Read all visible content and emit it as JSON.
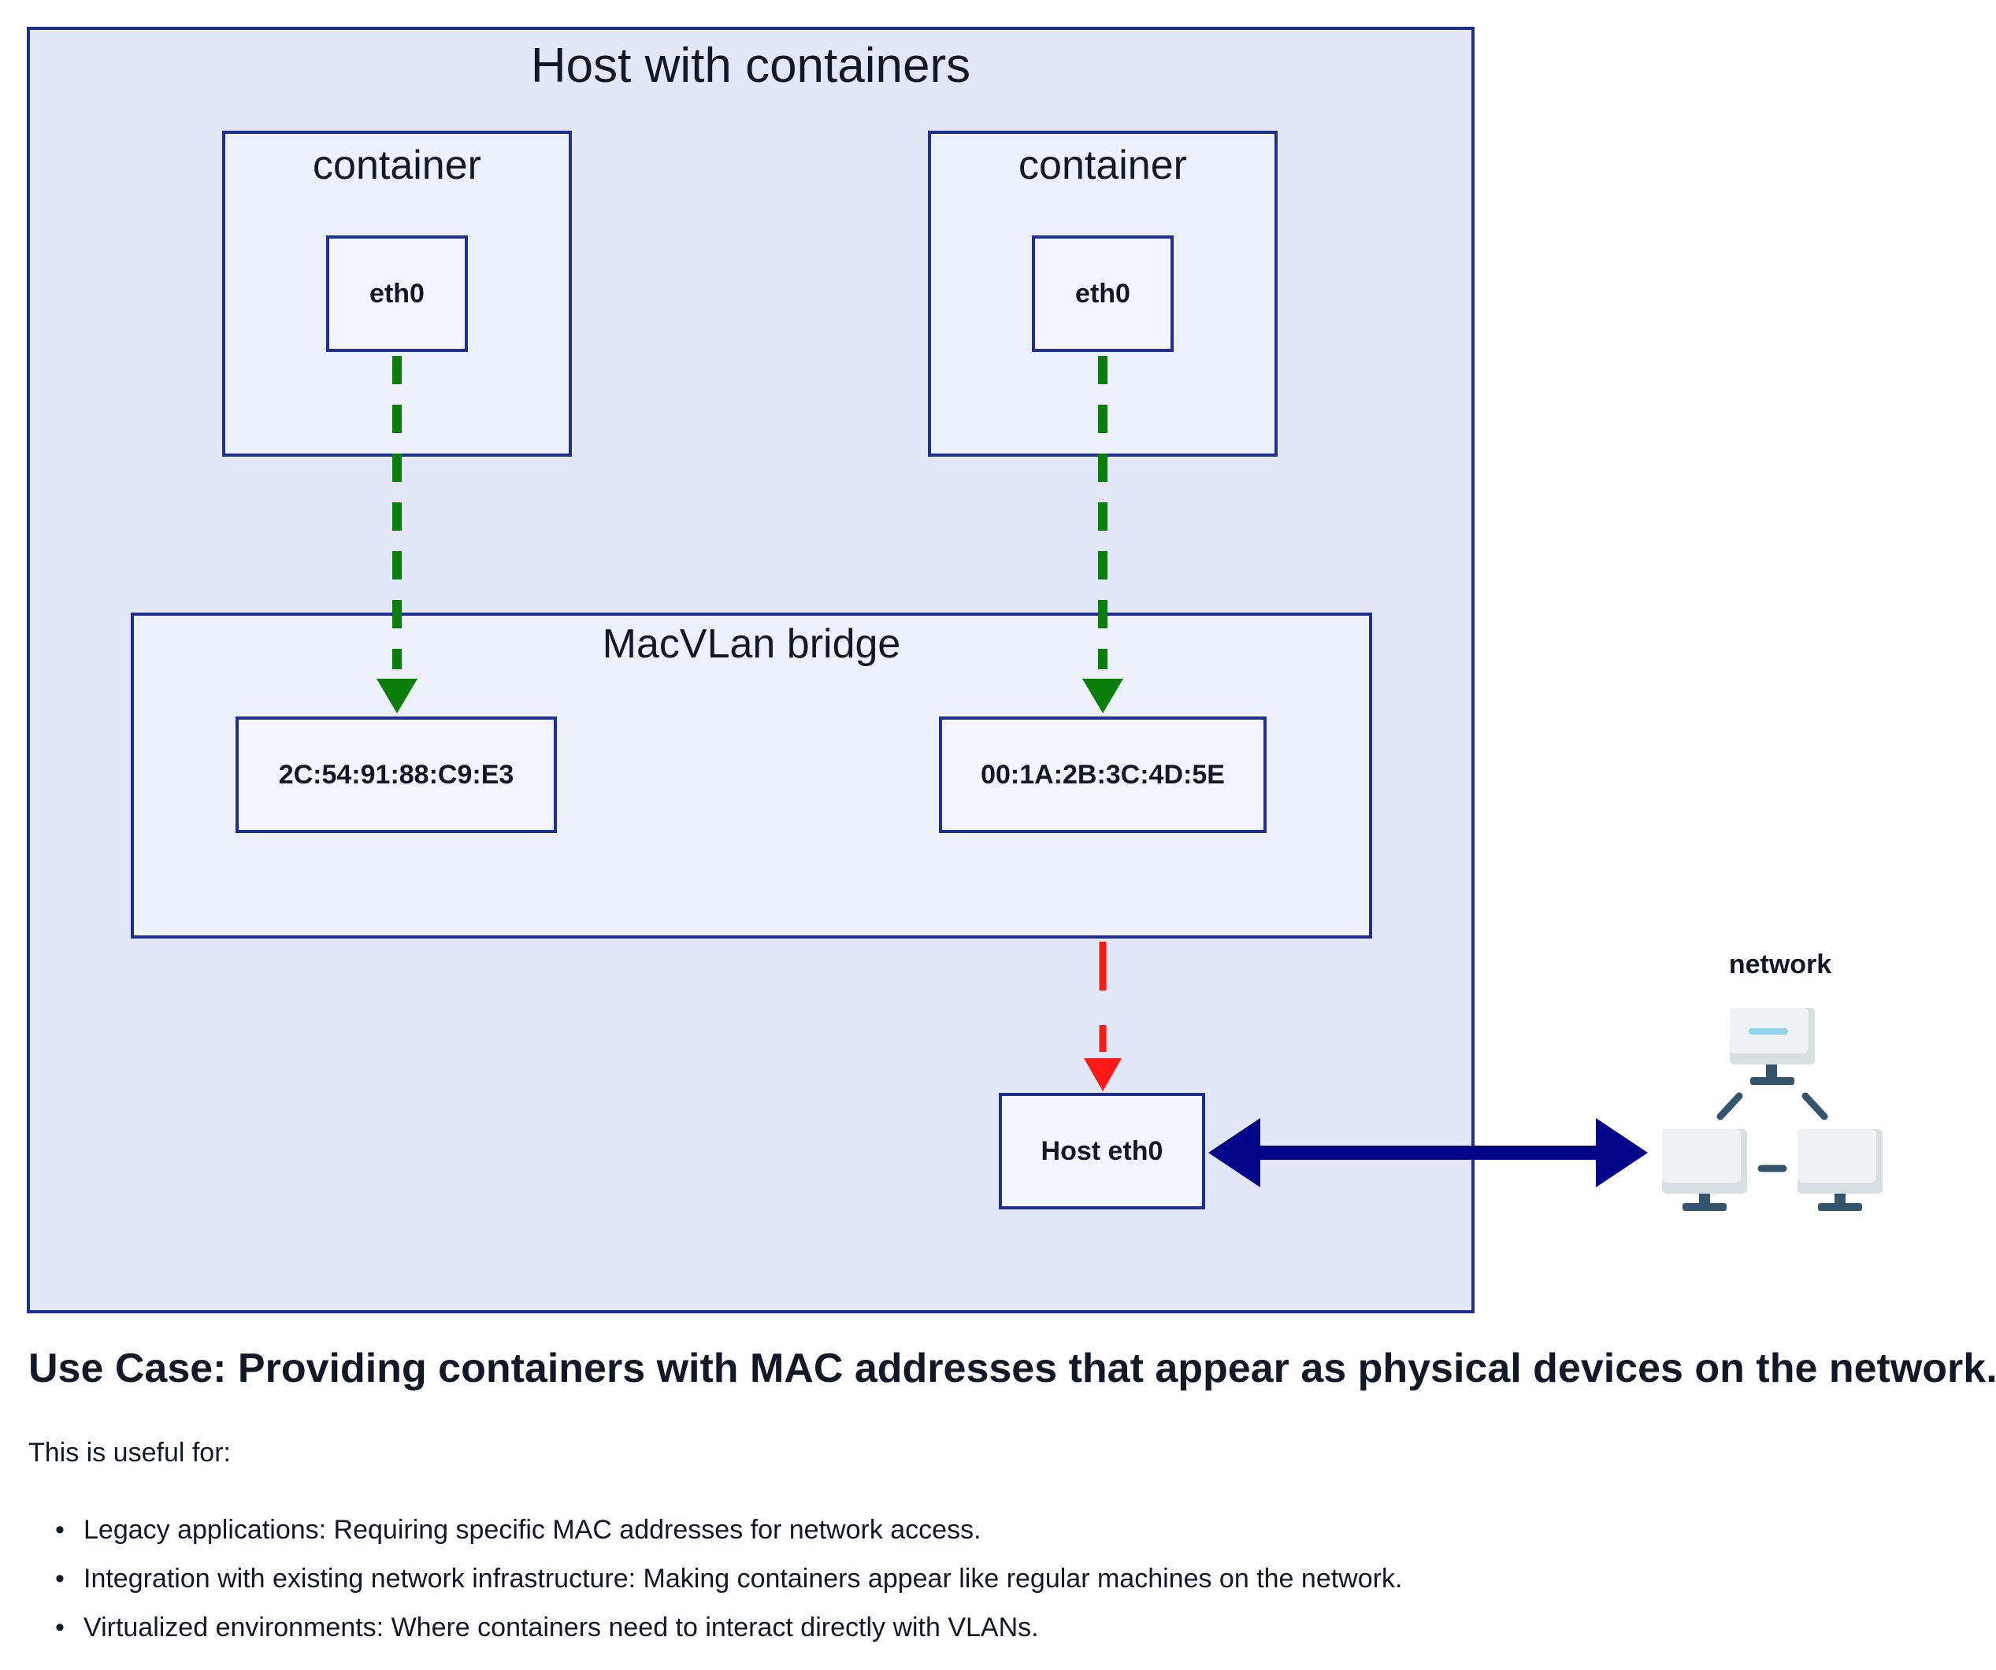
{
  "diagram": {
    "host_title": "Host with containers",
    "containers": [
      {
        "title": "container",
        "interface": "eth0"
      },
      {
        "title": "container",
        "interface": "eth0"
      }
    ],
    "bridge": {
      "title": "MacVLan bridge",
      "mac_addresses": [
        "2C:54:91:88:C9:E3",
        "00:1A:2B:3C:4D:5E"
      ]
    },
    "host_interface": "Host eth0",
    "network_label": "network",
    "icons": [
      "network-computers-icon"
    ],
    "colors": {
      "host_fill": "#e2e8f8",
      "box_fill": "#edf1fb",
      "border": "#1f2f8f",
      "container_link": "#0a7d0a",
      "bridge_link": "#ff1a1a",
      "network_link": "#04068a"
    }
  },
  "use_case": {
    "title": "Use Case: Providing containers with MAC addresses that appear as physical devices on the network.",
    "intro": "This is useful for:",
    "items": [
      "Legacy applications: Requiring specific MAC addresses for network access.",
      "Integration with existing network infrastructure: Making containers appear like regular machines on the network.",
      "Virtualized environments: Where containers need to interact directly with VLANs."
    ]
  }
}
